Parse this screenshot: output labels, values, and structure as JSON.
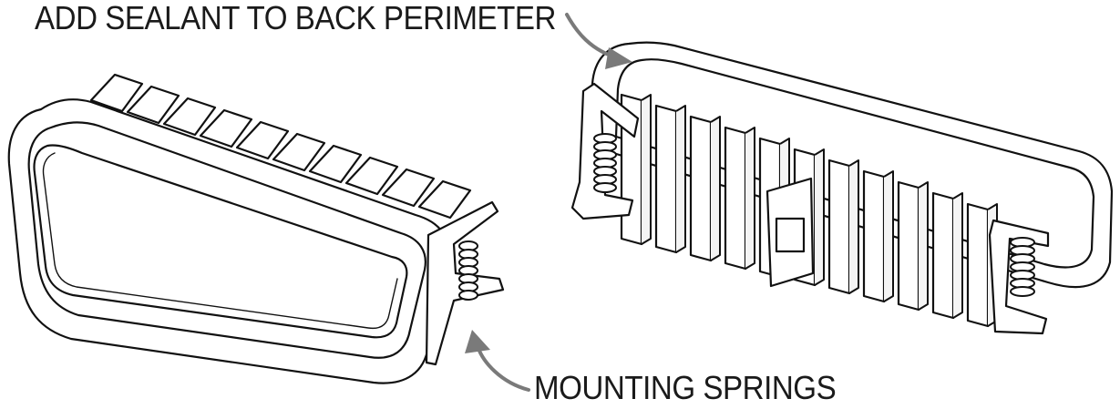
{
  "callouts": {
    "sealant": "ADD SEALANT TO BACK PERIMETER",
    "springs": "MOUNTING SPRINGS"
  },
  "colors": {
    "line": "#111111",
    "arrow": "#7a7a7a",
    "background": "#ffffff"
  },
  "components": {
    "front_view_fins": 10,
    "rear_view_fins": 11,
    "springs": 3
  }
}
